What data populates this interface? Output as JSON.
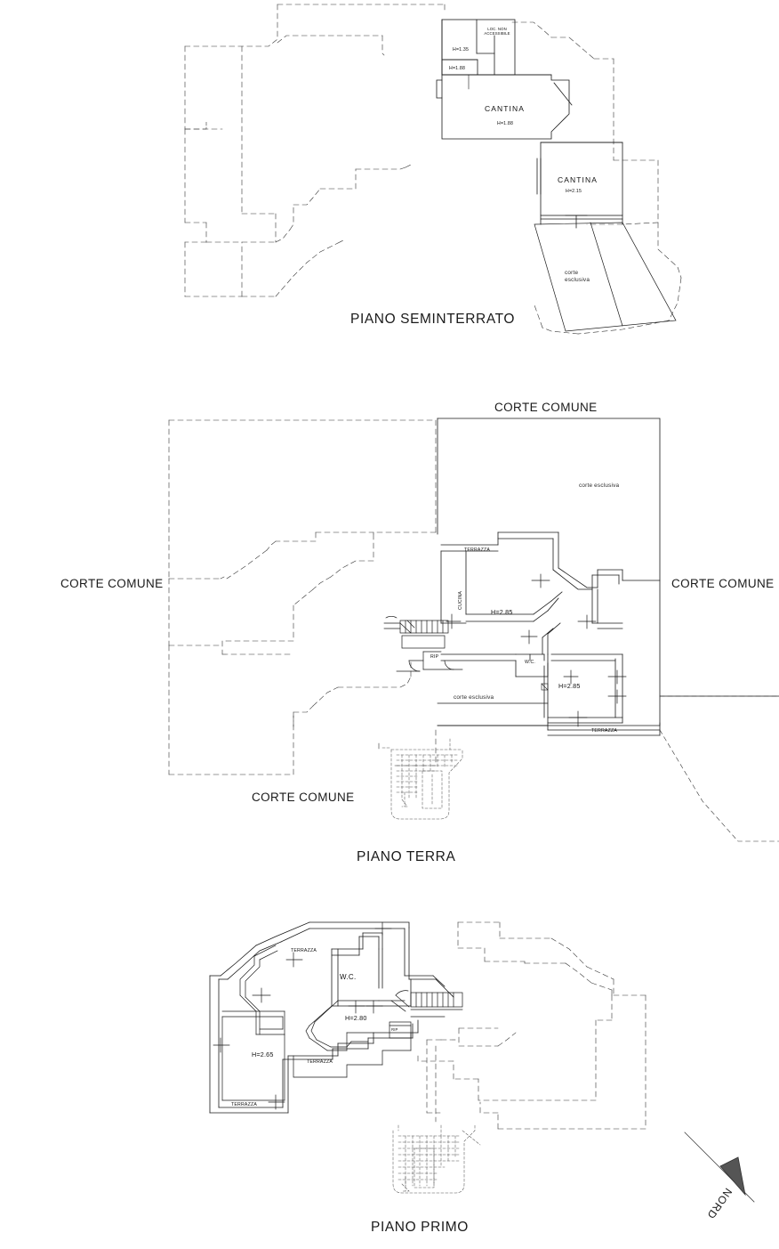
{
  "document": {
    "type": "architectural-floor-plan",
    "language": "it",
    "line_color": "#1a1a1a",
    "background_color": "#ffffff"
  },
  "floors": [
    {
      "id": "seminterrato",
      "title": "PIANO SEMINTERRATO",
      "rooms": [
        {
          "name": "LOC. NON ACCESSIBILE",
          "line1": "LOC. NON",
          "line2": "ACCESSIBILE"
        },
        {
          "name": "CANTINA",
          "height": "H=1.88"
        },
        {
          "name": "CANTINA",
          "height": "H=2.15"
        }
      ],
      "heights": [
        "H=1.35",
        "H=1.88",
        "H=1.88",
        "H=2.15"
      ],
      "areas": [
        {
          "label_line1": "corte",
          "label_line2": "esclusiva"
        }
      ]
    },
    {
      "id": "terra",
      "title": "PIANO TERRA",
      "rooms": [
        {
          "name": "CUCINA"
        },
        {
          "name": "RIP"
        },
        {
          "name": "W.C."
        },
        {
          "name": "TERRAZZA"
        },
        {
          "name": "TERRAZZA"
        }
      ],
      "heights": [
        "H=2.85",
        "H=2.85"
      ],
      "courts": [
        {
          "label": "CORTE COMUNE",
          "position": "top"
        },
        {
          "label": "CORTE COMUNE",
          "position": "left"
        },
        {
          "label": "CORTE COMUNE",
          "position": "right"
        },
        {
          "label": "CORTE COMUNE",
          "position": "bottom-left"
        }
      ],
      "areas": [
        {
          "label": "corte esclusiva"
        },
        {
          "label": "corte esclusiva"
        }
      ]
    },
    {
      "id": "primo",
      "title": "PIANO PRIMO",
      "rooms": [
        {
          "name": "TERRAZZA"
        },
        {
          "name": "TERRAZZA"
        },
        {
          "name": "TERRAZZA"
        },
        {
          "name": "W.C."
        },
        {
          "name": "RIP"
        }
      ],
      "heights": [
        "H=2.80",
        "H=2.65"
      ]
    }
  ],
  "labels": {
    "title_seminterrato": "PIANO SEMINTERRATO",
    "title_terra": "PIANO TERRA",
    "title_primo": "PIANO PRIMO",
    "corte_comune": "CORTE COMUNE",
    "corte_esclusiva": "corte esclusiva",
    "corte": "corte",
    "esclusiva": "esclusiva",
    "cantina": "CANTINA",
    "cucina": "CUCINA",
    "terrazza": "TERRAZZA",
    "wc": "W.C.",
    "rip": "RIP",
    "loc_non": "LOC. NON",
    "accessibile": "ACCESSIBILE",
    "h135": "H=1.35",
    "h188": "H=1.88",
    "h188b": "H=1.88",
    "h215": "H=2.15",
    "h285a": "H=2.85",
    "h285b": "H=2.85",
    "h280": "H=2.80",
    "h265": "H=2.65",
    "nord": "NORD"
  }
}
